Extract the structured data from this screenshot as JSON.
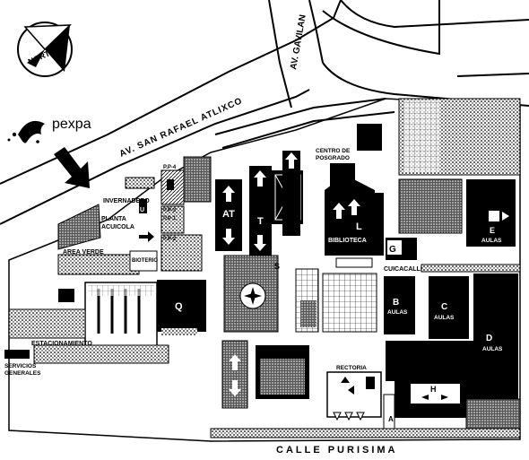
{
  "compass": {
    "label": "NORTE"
  },
  "logo": {
    "text": "pexpa"
  },
  "streets": {
    "av_gavilan": "AV. GAVILAN",
    "av_san_rafael": "AV. SAN RAFAEL ATLIXCO",
    "calle_purisima": "CALLE PURISIMA"
  },
  "places": {
    "centro_posgrado_1": "CENTRO DE",
    "centro_posgrado_2": "POSGRADO",
    "biblioteca": "BIBLIOTECA",
    "invernadero": "INVERNADERO",
    "planta_acuicola_1": "PLANTA",
    "planta_acuicola_2": "ACUICOLA",
    "area_verde": "AREA VERDE",
    "bioterio": "BIOTERIO",
    "estacionamiento": "ESTACIONAMIENTO",
    "servicios_1": "SERVICIOS",
    "servicios_2": "GENERALES",
    "cuicacalli": "CUICACALLI",
    "rectoria": "RECTORIA",
    "aulas": "AULAS",
    "pp4": "P.P-4",
    "pp3": "P.P-3",
    "pp2": "P.P-2",
    "pp1": "P.P-1"
  },
  "buildings": {
    "at": "AT",
    "t": "T",
    "l": "L",
    "g": "G",
    "s": "S",
    "q": "Q",
    "b": "B",
    "c": "C",
    "d": "D",
    "e": "E",
    "h": "H",
    "a": "A",
    "u": "U"
  }
}
